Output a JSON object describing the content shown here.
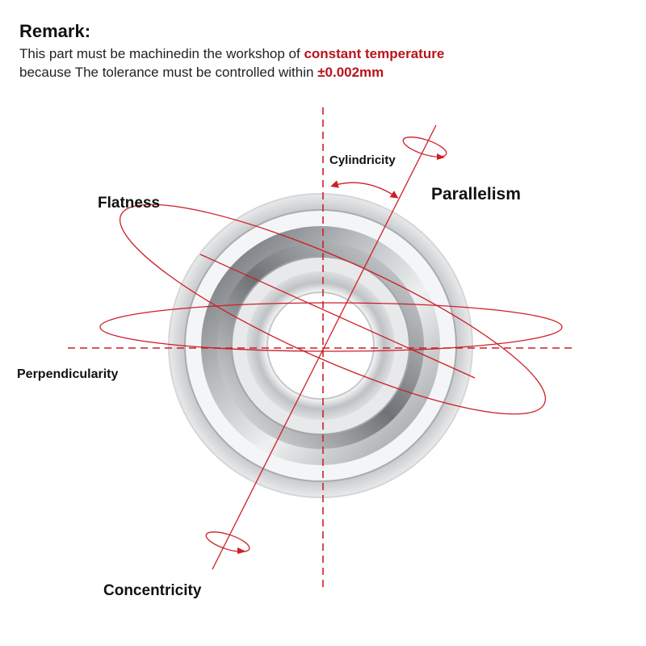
{
  "remark": {
    "title": "Remark:",
    "line1_prefix": "This part must be machinedin the workshop of ",
    "line1_highlight": "constant temperature",
    "line2_prefix": "because The tolerance must be controlled within ",
    "line2_highlight": "±0.002mm"
  },
  "labels": {
    "cylindricity": "Cylindricity",
    "parallelism": "Parallelism",
    "flatness": "Flatness",
    "perpendicularity": "Perpendicularity",
    "concentricity": "Concentricity"
  },
  "colors": {
    "accent": "#b8141b",
    "axis": "#cc1f27",
    "text": "#111111"
  }
}
